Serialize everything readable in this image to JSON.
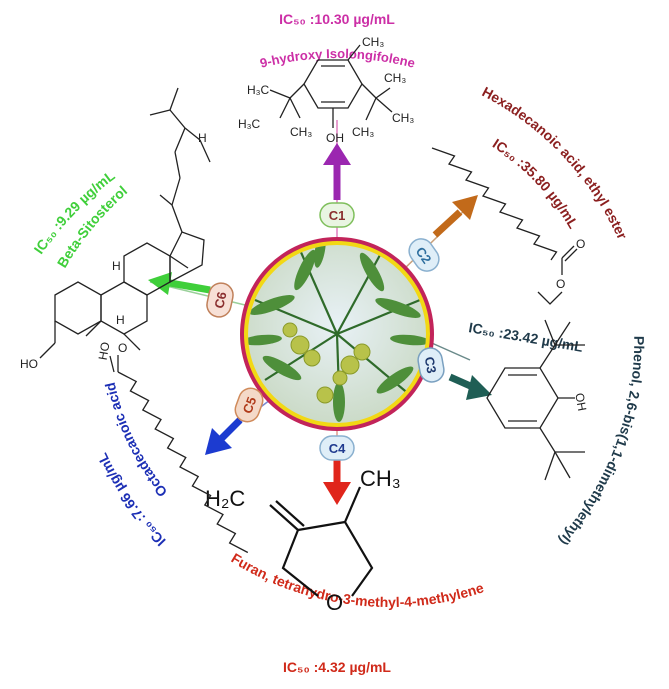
{
  "center": {
    "image": "amla-leaves-and-fruits"
  },
  "compounds": [
    {
      "id": "C1",
      "label": "C1",
      "name": "9-hydroxy Isolongifolene",
      "ic50": "IC₅₀ :10.30 µg/mL",
      "color": "#cc2fa6",
      "arrow": "#9b27b0"
    },
    {
      "id": "C2",
      "label": "C2",
      "name": "Hexadecanoic acid, ethyl ester",
      "ic50": "IC₅₀ :35.80 µg/mL",
      "color": "#8b1f1f",
      "arrow": "#c26a1a"
    },
    {
      "id": "C3",
      "label": "C3",
      "name": "Phenol, 2,6-bis(1,1-dimethylethyl)",
      "ic50": "IC₅₀ :23.42 µg/mL",
      "color": "#1f3a4a",
      "arrow": "#1f5e55"
    },
    {
      "id": "C4",
      "label": "C4",
      "name": "Furan, tetrahydro-3-methyl-4-methylene",
      "ic50": "IC₅₀ :4.32 µg/mL",
      "color": "#d02a1a",
      "arrow": "#e0251b"
    },
    {
      "id": "C5",
      "label": "C5",
      "name": "Octadecanoic acid",
      "ic50": "IC₅₀ :7.66 µg/mL",
      "color": "#1c2fb5",
      "arrow": "#1c3bd0"
    },
    {
      "id": "C6",
      "label": "C6",
      "name": "Beta-Sitosterol",
      "ic50": "IC₅₀ :9.29 µg/mL",
      "color": "#3fcf3a",
      "arrow": "#3fcf3a"
    }
  ],
  "atoms": {
    "ch3": "CH₃",
    "h3c": "H₃C",
    "oh": "OH",
    "ho": "HO",
    "o": "O",
    "h2c": "H₂C",
    "h": "H"
  }
}
